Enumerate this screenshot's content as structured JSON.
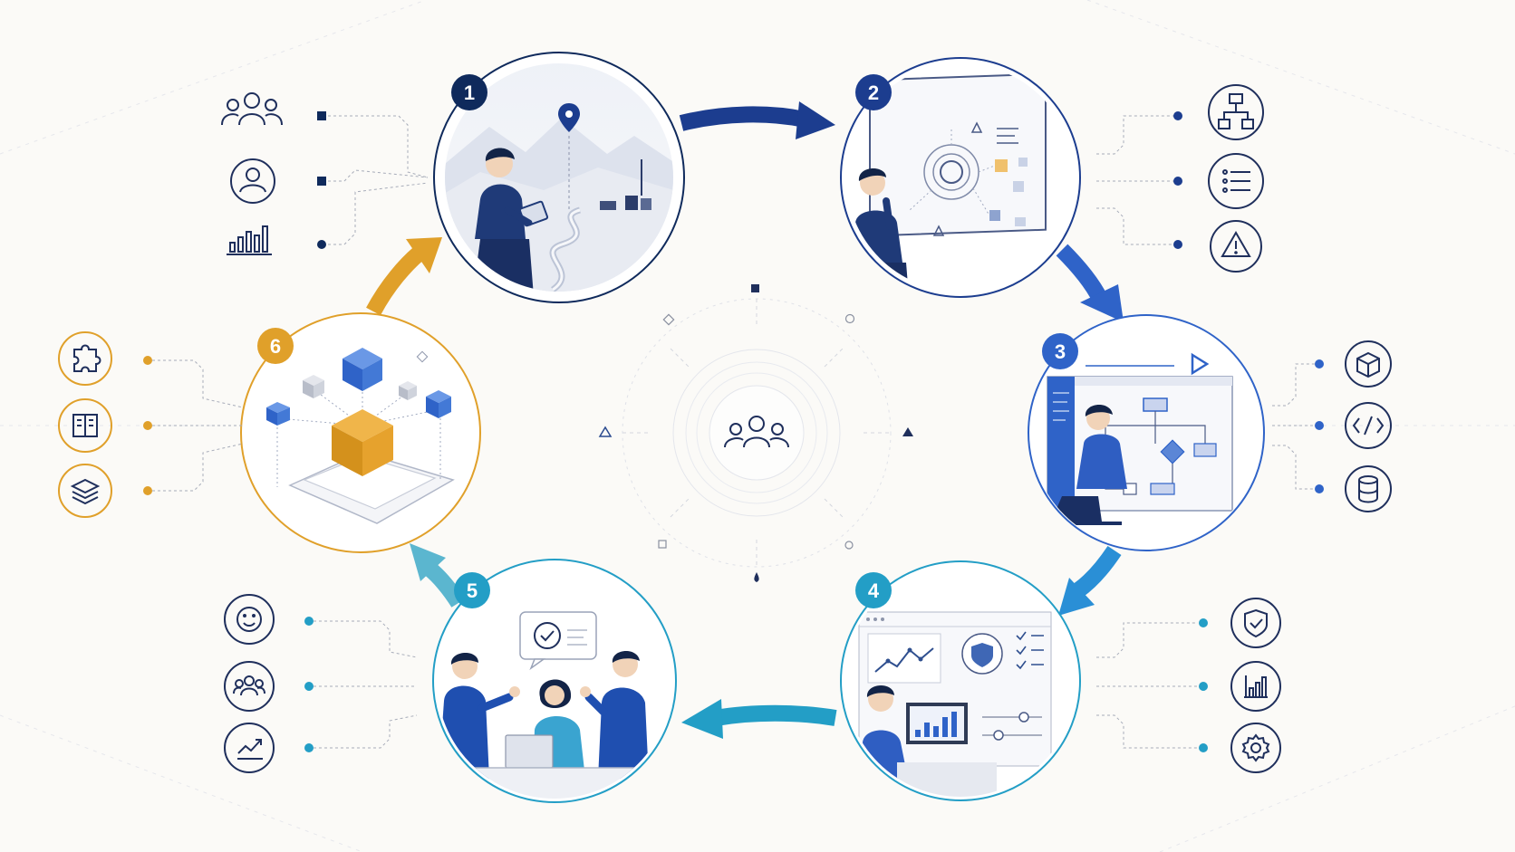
{
  "colors": {
    "background": "#fbfaf7",
    "navy": "#0f2a5c",
    "deep_blue": "#1c3d8f",
    "blue": "#2f63c8",
    "light_blue": "#3c86d6",
    "teal": "#239ec6",
    "teal_light": "#5bb6cf",
    "orange": "#e0a02a",
    "line_gray": "#c9ccd6"
  },
  "center": {
    "icon": "team-icon"
  },
  "steps": [
    {
      "number": "1",
      "color": "#0f2a5c",
      "scene": "person-with-tablet-on-roadmap-landscape",
      "side_icons": [
        "team-icon",
        "user-profile-icon",
        "bar-chart-icon"
      ]
    },
    {
      "number": "2",
      "color": "#1c3d8f",
      "scene": "person-at-planning-whiteboard",
      "side_icons": [
        "hierarchy-icon",
        "list-icon",
        "warning-icon"
      ]
    },
    {
      "number": "3",
      "color": "#2f63c8",
      "scene": "developer-with-laptop-and-flowchart",
      "side_icons": [
        "cube-icon",
        "code-icon",
        "database-icon"
      ]
    },
    {
      "number": "4",
      "color": "#239ec6",
      "scene": "analyst-with-dashboard-and-shield",
      "side_icons": [
        "shield-check-icon",
        "bar-chart-icon",
        "gear-icon"
      ]
    },
    {
      "number": "5",
      "color": "#239ec6",
      "scene": "team-thumbs-up-approval",
      "side_icons": [
        "smiley-icon",
        "group-icon",
        "trend-up-icon"
      ]
    },
    {
      "number": "6",
      "color": "#e0a02a",
      "scene": "modular-cubes-on-platform",
      "side_icons": [
        "puzzle-icon",
        "book-icon",
        "layers-icon"
      ]
    }
  ]
}
